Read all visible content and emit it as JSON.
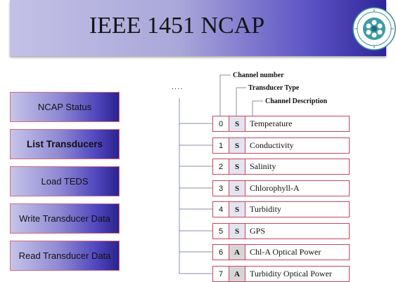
{
  "title": "IEEE 1451 NCAP",
  "logo": {
    "icon": "university-seal-icon"
  },
  "menu": [
    {
      "label": "NCAP Status",
      "bold": false
    },
    {
      "label": "List Transducers",
      "bold": true
    },
    {
      "label": "Load TEDS",
      "bold": false
    },
    {
      "label": "Write Transducer Data",
      "bold": false
    },
    {
      "label": "Read Transducer Data",
      "bold": false
    }
  ],
  "ellipsis": "....",
  "headers": {
    "channel_number": "Channel number",
    "transducer_type": "Transducer Type",
    "channel_description": "Channel Description"
  },
  "channels": [
    {
      "num": "0",
      "type": "S",
      "desc": "Temperature"
    },
    {
      "num": "1",
      "type": "S",
      "desc": "Conductivity"
    },
    {
      "num": "2",
      "type": "S",
      "desc": "Salinity"
    },
    {
      "num": "3",
      "type": "S",
      "desc": "Chlorophyll-A"
    },
    {
      "num": "4",
      "type": "S",
      "desc": "Turbidity"
    },
    {
      "num": "5",
      "type": "S",
      "desc": "GPS"
    },
    {
      "num": "6",
      "type": "A",
      "desc": "Chl-A Optical Power"
    },
    {
      "num": "7",
      "type": "A",
      "desc": "Turbidity Optical Power"
    }
  ],
  "colors": {
    "border": "#c9455f",
    "banner_dark": "#2e2598",
    "banner_light": "#c3c1e6"
  }
}
